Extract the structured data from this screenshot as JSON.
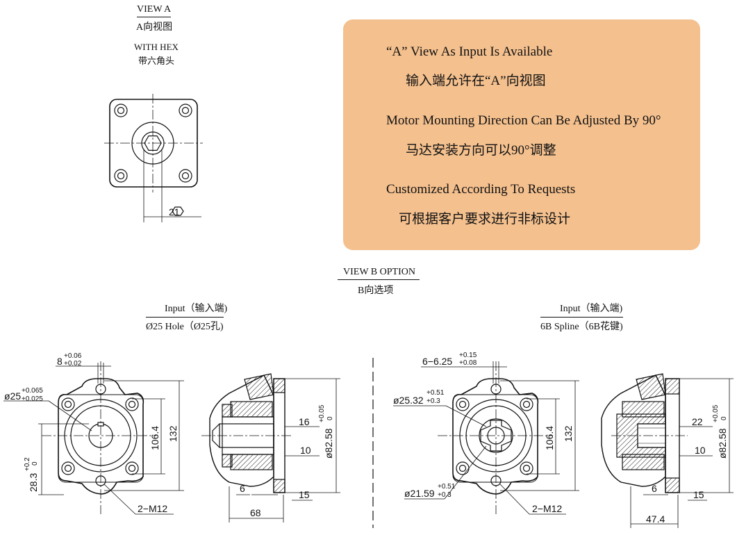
{
  "view_a": {
    "title": "VIEW A",
    "title_cn": "A向视图",
    "hex_label": "WITH HEX",
    "hex_label_cn": "带六角头",
    "hex_dim": "21"
  },
  "notes": {
    "line1": "“A” View As Input Is Available",
    "line1_cn": "输入端允许在“A”向视图",
    "line2": "Motor Mounting Direction Can Be Adjusted By 90°",
    "line2_cn": "马达安装方向可以90°调整",
    "line3": "Customized According To Requests",
    "line3_cn": "可根据客户要求进行非标设计",
    "bg_color": "#f4c08e"
  },
  "view_b": {
    "title": "VIEW B OPTION",
    "title_cn": "B向选项"
  },
  "left": {
    "input_label": "Input（输入端)",
    "hole_label": "Ø25 Hole（Ø25孔)",
    "key_width": "8",
    "key_tol_up": "+0.06",
    "key_tol_low": "+0.02",
    "bore": "ø25",
    "bore_tol_up": "+0.065",
    "bore_tol_low": "+0.025",
    "key_height": "28.3",
    "key_height_tol_up": "+0.2",
    "key_height_tol_low": "0",
    "dim_106": "106.4",
    "dim_132": "132",
    "thread": "2−M12",
    "dim_16": "16",
    "dim_10": "10",
    "dim_6": "6",
    "dim_15": "15",
    "dim_68": "68",
    "pilot": "ø82.58",
    "pilot_tol_up": "+0.05",
    "pilot_tol_low": "0"
  },
  "right": {
    "input_label": "Input（输入端)",
    "spline_label": "6B Spline（6B花键)",
    "spline_dim": "6−6.25",
    "spline_tol_up": "+0.15",
    "spline_tol_low": "+0.08",
    "major": "ø25.32",
    "major_tol_up": "+0.51",
    "major_tol_low": "+0.3",
    "minor": "ø21.59",
    "minor_tol_up": "+0.51",
    "minor_tol_low": "+0.3",
    "dim_106": "106.4",
    "dim_132": "132",
    "thread": "2−M12",
    "dim_22": "22",
    "dim_10": "10",
    "dim_6": "6",
    "dim_15": "15",
    "dim_47": "47.4",
    "pilot": "ø82.58",
    "pilot_tol_up": "+0.05",
    "pilot_tol_low": "0"
  }
}
